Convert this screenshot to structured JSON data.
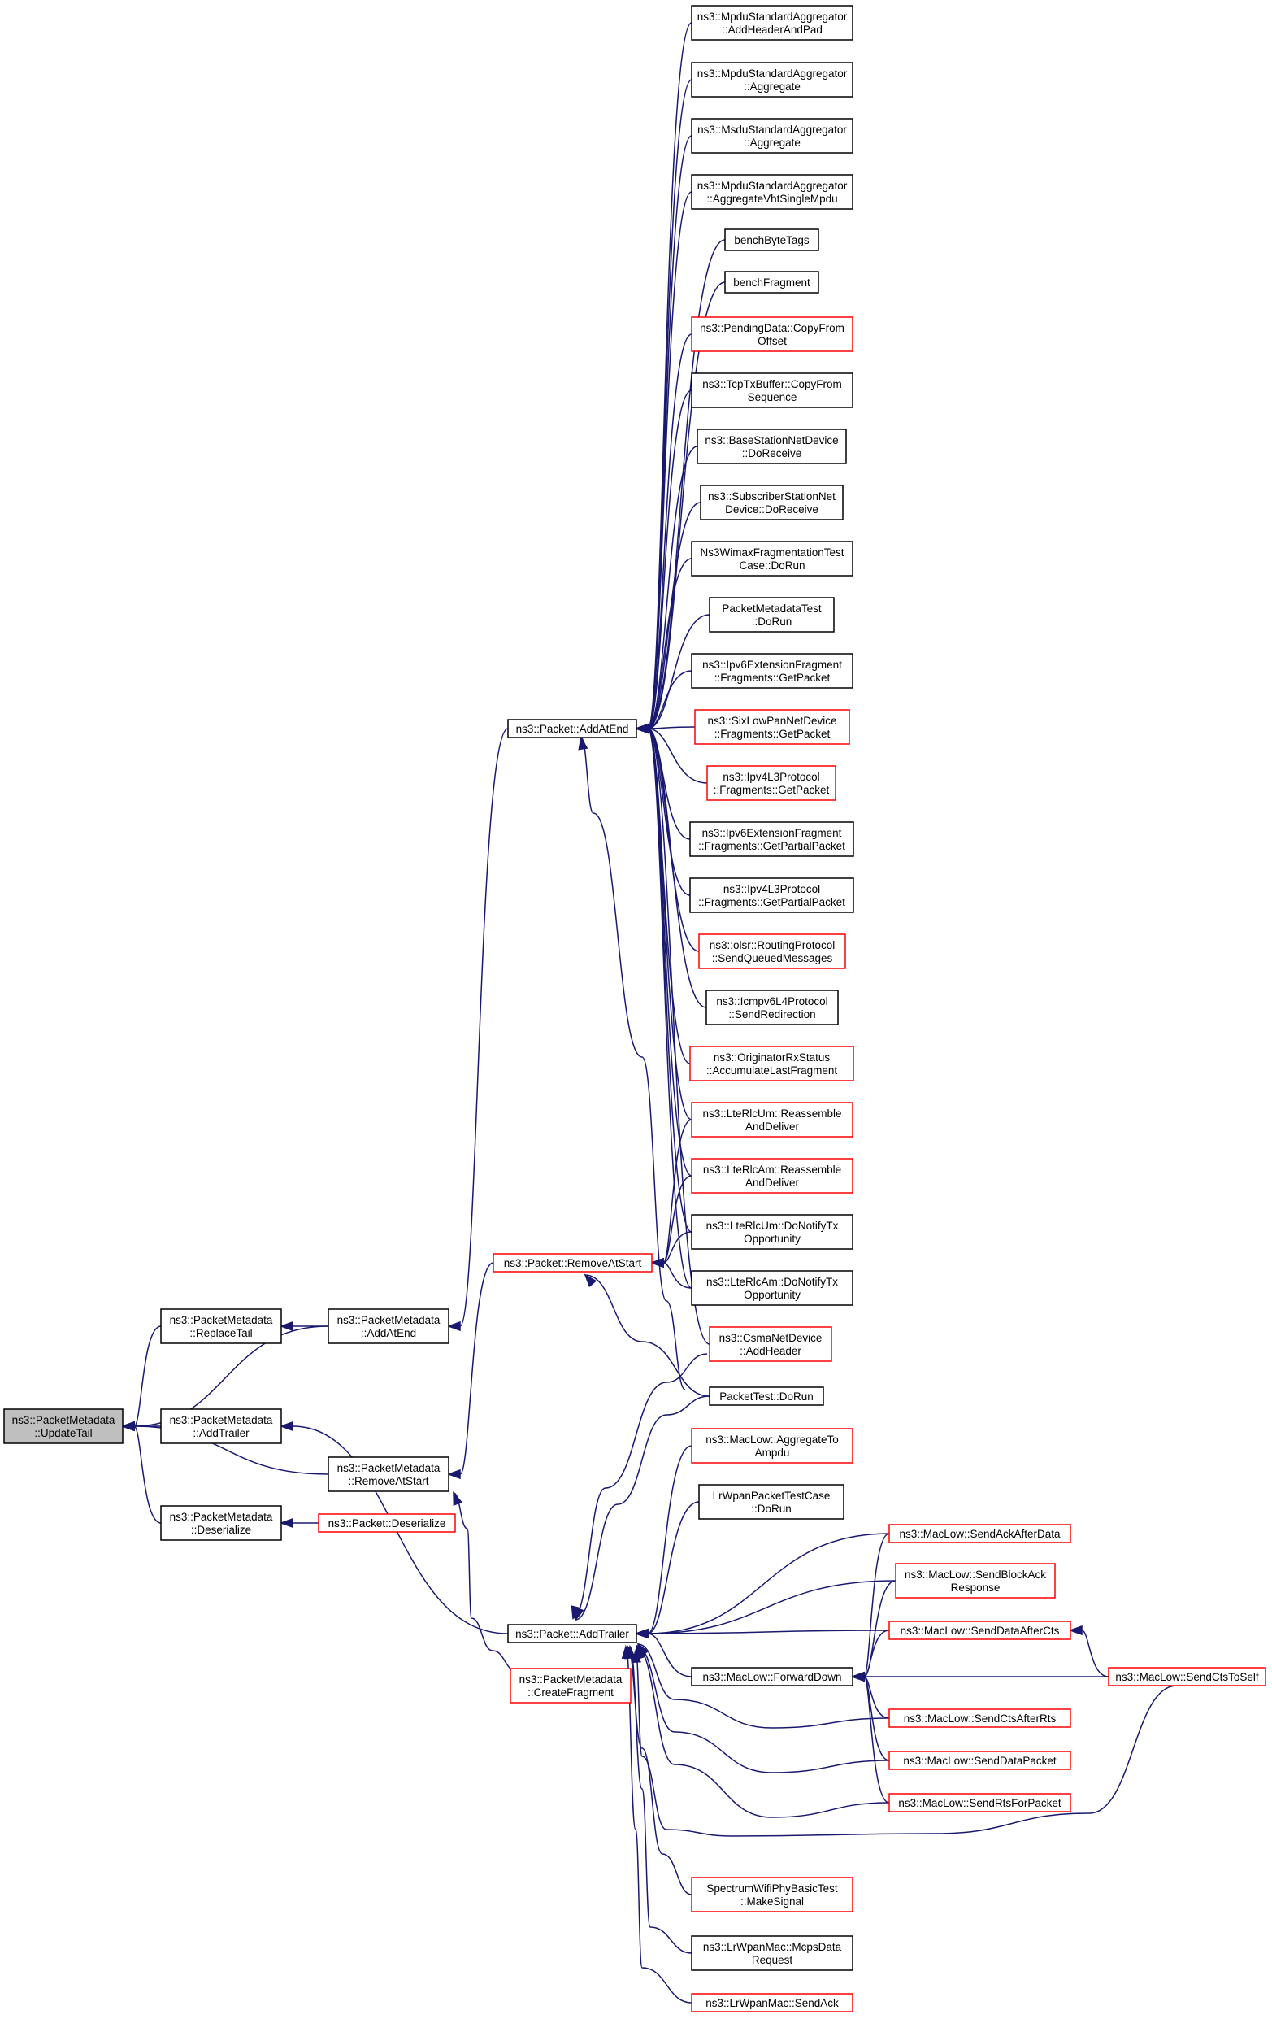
{
  "diagram": {
    "colors": {
      "edge": "#191970",
      "black_border": "#000000",
      "red_border": "#ff0000",
      "focus_fill": "#bfbfbf"
    },
    "nodes": [
      {
        "id": "updateTail",
        "lines": [
          "ns3::PacketMetadata",
          "::UpdateTail"
        ],
        "style": "focus"
      },
      {
        "id": "replaceTail",
        "lines": [
          "ns3::PacketMetadata",
          "::ReplaceTail"
        ],
        "style": "black"
      },
      {
        "id": "addTrailerPM",
        "lines": [
          "ns3::PacketMetadata",
          "::AddTrailer"
        ],
        "style": "black"
      },
      {
        "id": "deserializePM",
        "lines": [
          "ns3::PacketMetadata",
          "::Deserialize"
        ],
        "style": "black"
      },
      {
        "id": "addAtEndPM",
        "lines": [
          "ns3::PacketMetadata",
          "::AddAtEnd"
        ],
        "style": "black"
      },
      {
        "id": "removeAtStartPM",
        "lines": [
          "ns3::PacketMetadata",
          "::RemoveAtStart"
        ],
        "style": "black"
      },
      {
        "id": "packetDeserialize",
        "lines": [
          "ns3::Packet::Deserialize"
        ],
        "style": "red"
      },
      {
        "id": "packetRemoveAtStart",
        "lines": [
          "ns3::Packet::RemoveAtStart"
        ],
        "style": "red"
      },
      {
        "id": "packetAddAtEnd",
        "lines": [
          "ns3::Packet::AddAtEnd"
        ],
        "style": "black"
      },
      {
        "id": "packetAddTrailer",
        "lines": [
          "ns3::Packet::AddTrailer"
        ],
        "style": "black"
      },
      {
        "id": "createFragment",
        "lines": [
          "ns3::PacketMetadata",
          "::CreateFragment"
        ],
        "style": "red"
      },
      {
        "id": "mpduAddHeaderAndPad",
        "lines": [
          "ns3::MpduStandardAggregator",
          "::AddHeaderAndPad"
        ],
        "style": "black"
      },
      {
        "id": "mpduAggregate",
        "lines": [
          "ns3::MpduStandardAggregator",
          "::Aggregate"
        ],
        "style": "black"
      },
      {
        "id": "msduAggregate",
        "lines": [
          "ns3::MsduStandardAggregator",
          "::Aggregate"
        ],
        "style": "black"
      },
      {
        "id": "mpduVht",
        "lines": [
          "ns3::MpduStandardAggregator",
          "::AggregateVhtSingleMpdu"
        ],
        "style": "black"
      },
      {
        "id": "benchByteTags",
        "lines": [
          "benchByteTags"
        ],
        "style": "black"
      },
      {
        "id": "benchFragment",
        "lines": [
          "benchFragment"
        ],
        "style": "black"
      },
      {
        "id": "pendingDataCopy",
        "lines": [
          "ns3::PendingData::CopyFrom",
          "Offset"
        ],
        "style": "red"
      },
      {
        "id": "tcpTxCopy",
        "lines": [
          "ns3::TcpTxBuffer::CopyFrom",
          "Sequence"
        ],
        "style": "black"
      },
      {
        "id": "bsDoReceive",
        "lines": [
          "ns3::BaseStationNetDevice",
          "::DoReceive"
        ],
        "style": "black"
      },
      {
        "id": "ssDoReceive",
        "lines": [
          "ns3::SubscriberStationNet",
          "Device::DoReceive"
        ],
        "style": "black"
      },
      {
        "id": "wimaxFragTest",
        "lines": [
          "Ns3WimaxFragmentationTest",
          "Case::DoRun"
        ],
        "style": "black"
      },
      {
        "id": "pmTestDoRun",
        "lines": [
          "PacketMetadataTest",
          "::DoRun"
        ],
        "style": "black"
      },
      {
        "id": "ipv6FragGetPacket",
        "lines": [
          "ns3::Ipv6ExtensionFragment",
          "::Fragments::GetPacket"
        ],
        "style": "black"
      },
      {
        "id": "sixLowPanGetPacket",
        "lines": [
          "ns3::SixLowPanNetDevice",
          "::Fragments::GetPacket"
        ],
        "style": "red"
      },
      {
        "id": "ipv4L3GetPacket",
        "lines": [
          "ns3::Ipv4L3Protocol",
          "::Fragments::GetPacket"
        ],
        "style": "red"
      },
      {
        "id": "ipv6FragGetPartial",
        "lines": [
          "ns3::Ipv6ExtensionFragment",
          "::Fragments::GetPartialPacket"
        ],
        "style": "black"
      },
      {
        "id": "ipv4L3GetPartial",
        "lines": [
          "ns3::Ipv4L3Protocol",
          "::Fragments::GetPartialPacket"
        ],
        "style": "black"
      },
      {
        "id": "olsrSendQueued",
        "lines": [
          "ns3::olsr::RoutingProtocol",
          "::SendQueuedMessages"
        ],
        "style": "red"
      },
      {
        "id": "icmpv6SendRedirection",
        "lines": [
          "ns3::Icmpv6L4Protocol",
          "::SendRedirection"
        ],
        "style": "black"
      },
      {
        "id": "originatorAccumulate",
        "lines": [
          "ns3::OriginatorRxStatus",
          "::AccumulateLastFragment"
        ],
        "style": "red"
      },
      {
        "id": "rlcUmReassemble",
        "lines": [
          "ns3::LteRlcUm::Reassemble",
          "AndDeliver"
        ],
        "style": "red"
      },
      {
        "id": "rlcAmReassemble",
        "lines": [
          "ns3::LteRlcAm::Reassemble",
          "AndDeliver"
        ],
        "style": "red"
      },
      {
        "id": "rlcUmNotifyTx",
        "lines": [
          "ns3::LteRlcUm::DoNotifyTx",
          "Opportunity"
        ],
        "style": "black"
      },
      {
        "id": "rlcAmNotifyTx",
        "lines": [
          "ns3::LteRlcAm::DoNotifyTx",
          "Opportunity"
        ],
        "style": "black"
      },
      {
        "id": "csmaAddHeader",
        "lines": [
          "ns3::CsmaNetDevice",
          "::AddHeader"
        ],
        "style": "red"
      },
      {
        "id": "packetTestDoRun",
        "lines": [
          "PacketTest::DoRun"
        ],
        "style": "black"
      },
      {
        "id": "macAggregateToAmpdu",
        "lines": [
          "ns3::MacLow::AggregateTo",
          "Ampdu"
        ],
        "style": "red"
      },
      {
        "id": "lrWpanPacketTest",
        "lines": [
          "LrWpanPacketTestCase",
          "::DoRun"
        ],
        "style": "black"
      },
      {
        "id": "sendAckAfterData",
        "lines": [
          "ns3::MacLow::SendAckAfterData"
        ],
        "style": "red"
      },
      {
        "id": "sendBlockAck",
        "lines": [
          "ns3::MacLow::SendBlockAck",
          "Response"
        ],
        "style": "red"
      },
      {
        "id": "sendDataAfterCts",
        "lines": [
          "ns3::MacLow::SendDataAfterCts"
        ],
        "style": "red"
      },
      {
        "id": "forwardDown",
        "lines": [
          "ns3::MacLow::ForwardDown"
        ],
        "style": "black"
      },
      {
        "id": "sendCtsToSelf",
        "lines": [
          "ns3::MacLow::SendCtsToSelf"
        ],
        "style": "red"
      },
      {
        "id": "sendCtsAfterRts",
        "lines": [
          "ns3::MacLow::SendCtsAfterRts"
        ],
        "style": "red"
      },
      {
        "id": "sendDataPacket",
        "lines": [
          "ns3::MacLow::SendDataPacket"
        ],
        "style": "red"
      },
      {
        "id": "sendRtsForPacket",
        "lines": [
          "ns3::MacLow::SendRtsForPacket"
        ],
        "style": "red"
      },
      {
        "id": "spectrumMakeSignal",
        "lines": [
          "SpectrumWifiPhyBasicTest",
          "::MakeSignal"
        ],
        "style": "red"
      },
      {
        "id": "lrWpanMcpsData",
        "lines": [
          "ns3::LrWpanMac::McpsData",
          "Request"
        ],
        "style": "black"
      },
      {
        "id": "lrWpanSendAck",
        "lines": [
          "ns3::LrWpanMac::SendAck"
        ],
        "style": "red"
      }
    ],
    "edges": [
      [
        "replaceTail",
        "updateTail"
      ],
      [
        "addAtEndPM",
        "updateTail"
      ],
      [
        "addTrailerPM",
        "updateTail"
      ],
      [
        "removeAtStartPM",
        "updateTail"
      ],
      [
        "deserializePM",
        "updateTail"
      ],
      [
        "addAtEndPM",
        "replaceTail"
      ],
      [
        "packetAddTrailer",
        "addTrailerPM"
      ],
      [
        "packetDeserialize",
        "deserializePM"
      ],
      [
        "packetAddAtEnd",
        "addAtEndPM"
      ],
      [
        "packetRemoveAtStart",
        "removeAtStartPM"
      ],
      [
        "createFragment",
        "removeAtStartPM"
      ],
      [
        "mpduAddHeaderAndPad",
        "packetAddAtEnd"
      ],
      [
        "mpduAggregate",
        "packetAddAtEnd"
      ],
      [
        "msduAggregate",
        "packetAddAtEnd"
      ],
      [
        "mpduVht",
        "packetAddAtEnd"
      ],
      [
        "benchByteTags",
        "packetAddAtEnd"
      ],
      [
        "benchFragment",
        "packetAddAtEnd"
      ],
      [
        "pendingDataCopy",
        "packetAddAtEnd"
      ],
      [
        "tcpTxCopy",
        "packetAddAtEnd"
      ],
      [
        "bsDoReceive",
        "packetAddAtEnd"
      ],
      [
        "ssDoReceive",
        "packetAddAtEnd"
      ],
      [
        "wimaxFragTest",
        "packetAddAtEnd"
      ],
      [
        "pmTestDoRun",
        "packetAddAtEnd"
      ],
      [
        "ipv6FragGetPacket",
        "packetAddAtEnd"
      ],
      [
        "sixLowPanGetPacket",
        "packetAddAtEnd"
      ],
      [
        "ipv4L3GetPacket",
        "packetAddAtEnd"
      ],
      [
        "ipv6FragGetPartial",
        "packetAddAtEnd"
      ],
      [
        "ipv4L3GetPartial",
        "packetAddAtEnd"
      ],
      [
        "olsrSendQueued",
        "packetAddAtEnd"
      ],
      [
        "icmpv6SendRedirection",
        "packetAddAtEnd"
      ],
      [
        "originatorAccumulate",
        "packetAddAtEnd"
      ],
      [
        "rlcUmReassemble",
        "packetAddAtEnd"
      ],
      [
        "rlcAmReassemble",
        "packetAddAtEnd"
      ],
      [
        "rlcUmNotifyTx",
        "packetAddAtEnd"
      ],
      [
        "rlcAmNotifyTx",
        "packetAddAtEnd"
      ],
      [
        "csmaAddHeader",
        "packetAddAtEnd"
      ],
      [
        "packetTestDoRun",
        "packetAddAtEnd"
      ],
      [
        "rlcUmReassemble",
        "packetRemoveAtStart"
      ],
      [
        "rlcAmReassemble",
        "packetRemoveAtStart"
      ],
      [
        "rlcUmNotifyTx",
        "packetRemoveAtStart"
      ],
      [
        "rlcAmNotifyTx",
        "packetRemoveAtStart"
      ],
      [
        "packetTestDoRun",
        "packetRemoveAtStart"
      ],
      [
        "csmaAddHeader",
        "packetAddTrailer"
      ],
      [
        "packetTestDoRun",
        "packetAddTrailer"
      ],
      [
        "macAggregateToAmpdu",
        "packetAddTrailer"
      ],
      [
        "lrWpanPacketTest",
        "packetAddTrailer"
      ],
      [
        "sendAckAfterData",
        "packetAddTrailer"
      ],
      [
        "sendBlockAck",
        "packetAddTrailer"
      ],
      [
        "sendDataAfterCts",
        "packetAddTrailer"
      ],
      [
        "forwardDown",
        "packetAddTrailer"
      ],
      [
        "sendCtsToSelf",
        "packetAddTrailer"
      ],
      [
        "sendCtsAfterRts",
        "packetAddTrailer"
      ],
      [
        "sendDataPacket",
        "packetAddTrailer"
      ],
      [
        "sendRtsForPacket",
        "packetAddTrailer"
      ],
      [
        "spectrumMakeSignal",
        "packetAddTrailer"
      ],
      [
        "lrWpanMcpsData",
        "packetAddTrailer"
      ],
      [
        "lrWpanSendAck",
        "packetAddTrailer"
      ],
      [
        "sendAckAfterData",
        "forwardDown"
      ],
      [
        "sendBlockAck",
        "forwardDown"
      ],
      [
        "sendDataAfterCts",
        "forwardDown"
      ],
      [
        "sendCtsToSelf",
        "forwardDown"
      ],
      [
        "sendCtsAfterRts",
        "forwardDown"
      ],
      [
        "sendDataPacket",
        "forwardDown"
      ],
      [
        "sendRtsForPacket",
        "forwardDown"
      ],
      [
        "sendCtsToSelf",
        "sendDataAfterCts"
      ]
    ]
  }
}
